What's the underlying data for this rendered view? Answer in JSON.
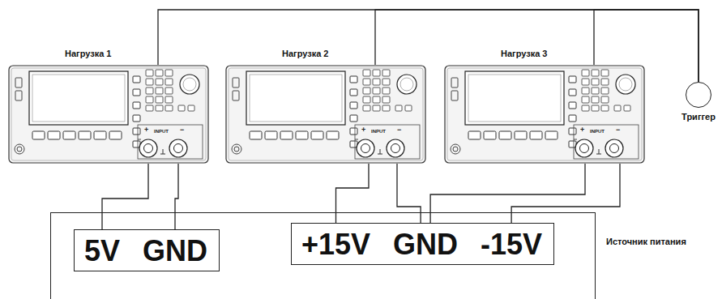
{
  "diagram": {
    "nodes": [
      {
        "text": [
          "Нагрузка 1"
        ]
      },
      {
        "text": [
          "Нагрузка 2"
        ]
      },
      {
        "text": [
          "Нагрузка 3"
        ]
      },
      {
        "text": [
          "Триггер"
        ]
      },
      {
        "text": [
          "Источник питания"
        ]
      },
      {
        "text": [
          "5V",
          "GND"
        ],
        "in": 4
      },
      {
        "text": [
          "+15V",
          "GND",
          "-15V"
        ],
        "in": 4
      }
    ],
    "edges": [
      {
        "from": 0,
        "to": 5,
        "arrow": "none"
      },
      {
        "from": 0,
        "to": 5,
        "arrow": "none"
      },
      {
        "from": 1,
        "to": 6,
        "arrow": "none"
      },
      {
        "from": 1,
        "to": 6,
        "arrow": "none"
      },
      {
        "from": 2,
        "to": 6,
        "arrow": "none"
      },
      {
        "from": 2,
        "to": 6,
        "arrow": "none"
      },
      {
        "from": 0,
        "to": 3,
        "arrow": "none"
      },
      {
        "from": 1,
        "to": 3,
        "arrow": "none"
      },
      {
        "from": 2,
        "to": 3,
        "arrow": "none"
      }
    ],
    "labels": [
      "+",
      "INPUT",
      "−",
      "+",
      "INPUT",
      "−",
      "+",
      "INPUT",
      "−"
    ]
  }
}
